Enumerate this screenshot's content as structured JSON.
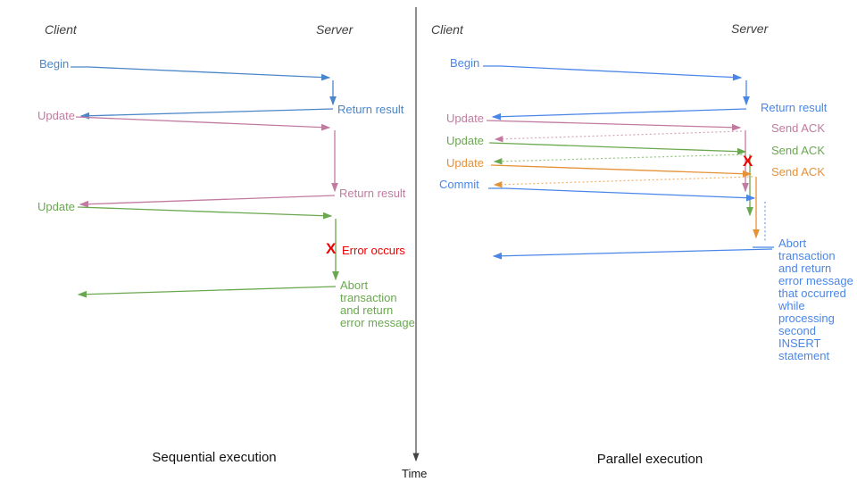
{
  "colors": {
    "blue_left": "#4a86c8",
    "blue_right": "#4a86e8",
    "pink": "#c27ba0",
    "pink_light": "#d5a6bd",
    "green": "#6aa84f",
    "green_light": "#93c47d",
    "orange": "#e69138",
    "orange_light": "#f6b26b",
    "blue_light": "#6d9eeb",
    "red": "#ee0000",
    "axis": "#444444"
  },
  "axis": {
    "label": "Time"
  },
  "left": {
    "client": "Client",
    "server": "Server",
    "title": "Sequential execution",
    "labels": {
      "begin": "Begin",
      "return_result_1": "Return result",
      "update_1": "Update",
      "return_result_2": "Return result",
      "update_2": "Update",
      "error_mark": "X",
      "error_occurs": "Error occurs",
      "abort": "Abort\ntransaction\nand return\nerror message"
    }
  },
  "right": {
    "client": "Client",
    "server": "Server",
    "title": "Parallel execution",
    "labels": {
      "begin": "Begin",
      "return_result": "Return result",
      "update_1": "Update",
      "send_ack_1": "Send ACK",
      "update_2": "Update",
      "send_ack_2": "Send ACK",
      "update_3": "Update",
      "send_ack_3": "Send ACK",
      "commit": "Commit",
      "error_mark": "X",
      "abort": "Abort\ntransaction\nand return\nerror message\nthat occurred\nwhile\nprocessing\nsecond\nINSERT\nstatement"
    }
  }
}
